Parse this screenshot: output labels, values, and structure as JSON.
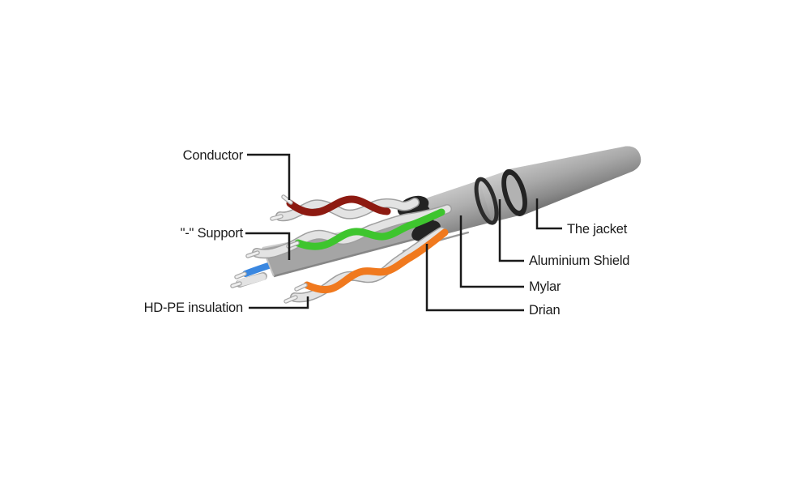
{
  "figure": {
    "labels": {
      "conductor": "Conductor",
      "support": "\"-\" Support",
      "hdpe_insulation": "HD-PE insulation",
      "jacket": "The jacket",
      "aluminium_shield": "Aluminium Shield",
      "mylar": "Mylar",
      "drain": "Drian"
    },
    "colors": {
      "wire_brown": "#8d1a11",
      "wire_green": "#3ec52e",
      "wire_orange": "#f0791e",
      "wire_blue": "#3a87e0",
      "wire_white": "#e3e3e3",
      "tube_gray": "#aeaeae",
      "ring_dark": "#232323",
      "leader_line": "#1a1a1a"
    }
  }
}
